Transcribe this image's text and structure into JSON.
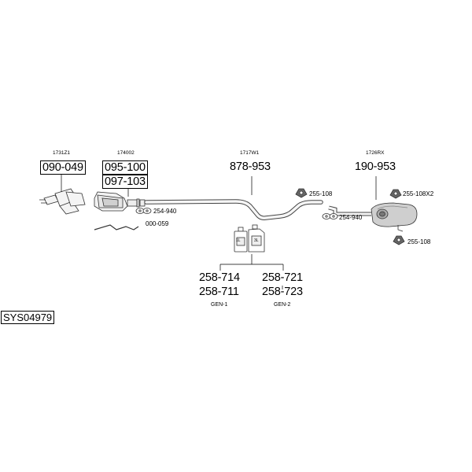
{
  "diagram": {
    "system_id": "SYS04979",
    "parts": {
      "front_pipe": {
        "ref": "1731Z1",
        "code": "090-049"
      },
      "catalyst": {
        "ref": "174002",
        "codes": [
          "095-100",
          "097-103"
        ]
      },
      "middle_pipe": {
        "ref": "1717W1",
        "code": "878-953"
      },
      "rear_silencer": {
        "ref": "1726RX",
        "code": "190-953"
      }
    },
    "fittings": {
      "clamp_left": "254-940",
      "hanger_wire": "000-059",
      "rubber_mid": "255-108",
      "clamp_right": "254-940",
      "rubber_rear_top": "255-108X2",
      "rubber_rear_bottom": "255-108"
    },
    "assembly": {
      "gen1": {
        "codes": [
          "258-714",
          "258-711"
        ],
        "label": "GEN-1"
      },
      "gen2": {
        "codes": [
          "258-721",
          "258-723"
        ],
        "label": "GEN-2"
      },
      "bottle_labels": [
        "1L",
        "3L"
      ]
    }
  }
}
